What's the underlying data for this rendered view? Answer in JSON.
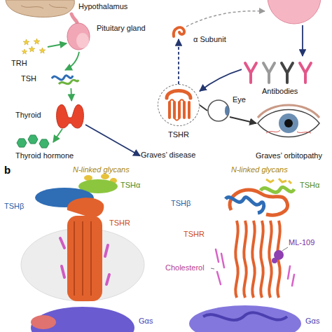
{
  "diagram": {
    "nodes": [
      {
        "text": [
          "Hypothalamus"
        ]
      },
      {
        "text": [
          "Pituitary gland"
        ]
      },
      {
        "text": [
          "TRH"
        ]
      },
      {
        "text": [
          "TSH"
        ]
      },
      {
        "text": [
          "α Subunit"
        ]
      },
      {
        "text": [
          "Antibodies"
        ]
      },
      {
        "text": [
          "Thyroid"
        ]
      },
      {
        "text": [
          "TSHR"
        ]
      },
      {
        "text": [
          "Eye"
        ]
      },
      {
        "text": [
          "Thyroid hormone"
        ]
      },
      {
        "text": [
          "Graves’ disease"
        ]
      },
      {
        "text": [
          "Graves’ orbitopathy"
        ]
      }
    ],
    "edges": [
      {
        "from": 2,
        "to": 1,
        "arrow": "to"
      },
      {
        "from": 1,
        "to": 3,
        "arrow": "to"
      },
      {
        "from": 3,
        "to": 6,
        "arrow": "to"
      },
      {
        "from": 6,
        "to": 9,
        "arrow": "to"
      },
      {
        "from": 6,
        "to": 10,
        "arrow": "to"
      },
      {
        "from": 7,
        "to": 4,
        "arrow": "to"
      },
      {
        "from": 5,
        "to": 7,
        "arrow": "to"
      },
      {
        "from": 7,
        "to": 8,
        "arrow": "none"
      },
      {
        "from": 8,
        "to": 11,
        "arrow": "to"
      }
    ],
    "labels": [
      "b",
      "N-linked glycans",
      "TSHα",
      "TSHβ",
      "TSHR",
      "Gαs",
      "N-linked glycans",
      "TSHα",
      "TSHβ",
      "TSHR",
      "ML-109",
      "Cholesterol",
      "Gαs"
    ]
  }
}
